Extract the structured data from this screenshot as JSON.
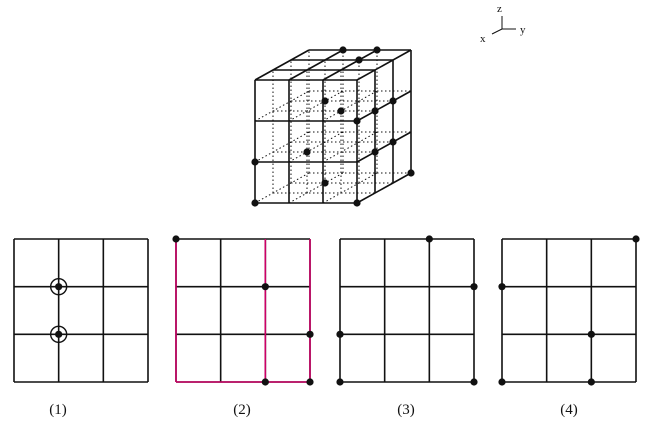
{
  "axes": {
    "x": "x",
    "y": "y",
    "z": "z"
  },
  "panels": [
    {
      "caption": "(1)"
    },
    {
      "caption": "(2)"
    },
    {
      "caption": "(3)"
    },
    {
      "caption": "(4)"
    }
  ],
  "colors": {
    "line": "#111111",
    "dot": "#111111",
    "highlight": "#cc0066"
  }
}
